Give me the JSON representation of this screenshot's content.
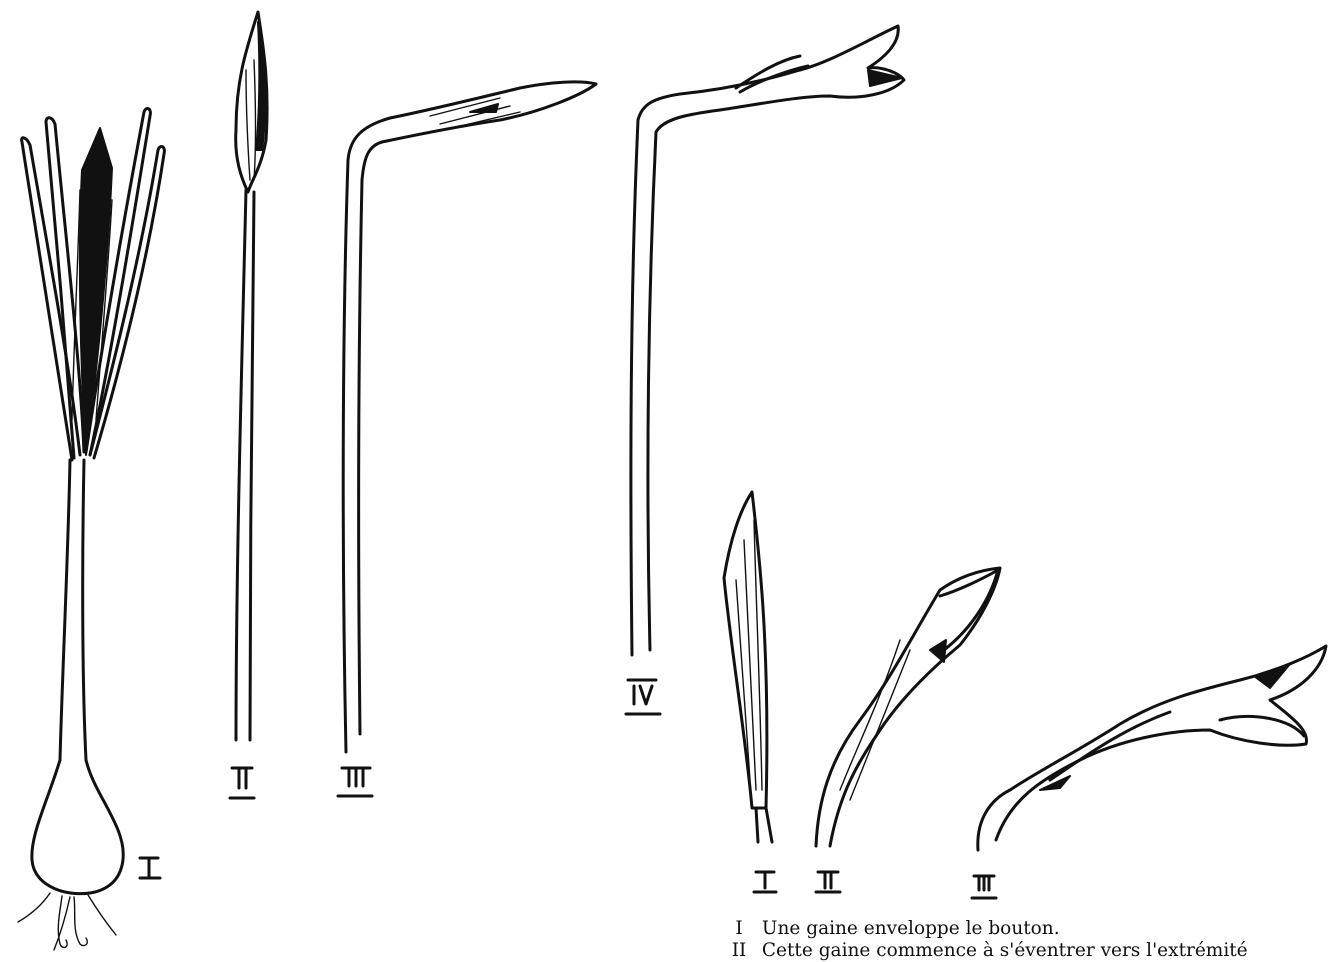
{
  "labels": {
    "plant_full": "I",
    "stage_ii": "II",
    "stage_iii": "III",
    "stage_iv": "IV",
    "small_i": "I",
    "small_ii": "II",
    "small_iii": "III"
  },
  "caption": [
    {
      "num": "I",
      "text": "Une gaine enveloppe le bouton."
    },
    {
      "num": "II",
      "text": "Cette gaine commence à s'éventrer vers l'extrémité"
    }
  ]
}
